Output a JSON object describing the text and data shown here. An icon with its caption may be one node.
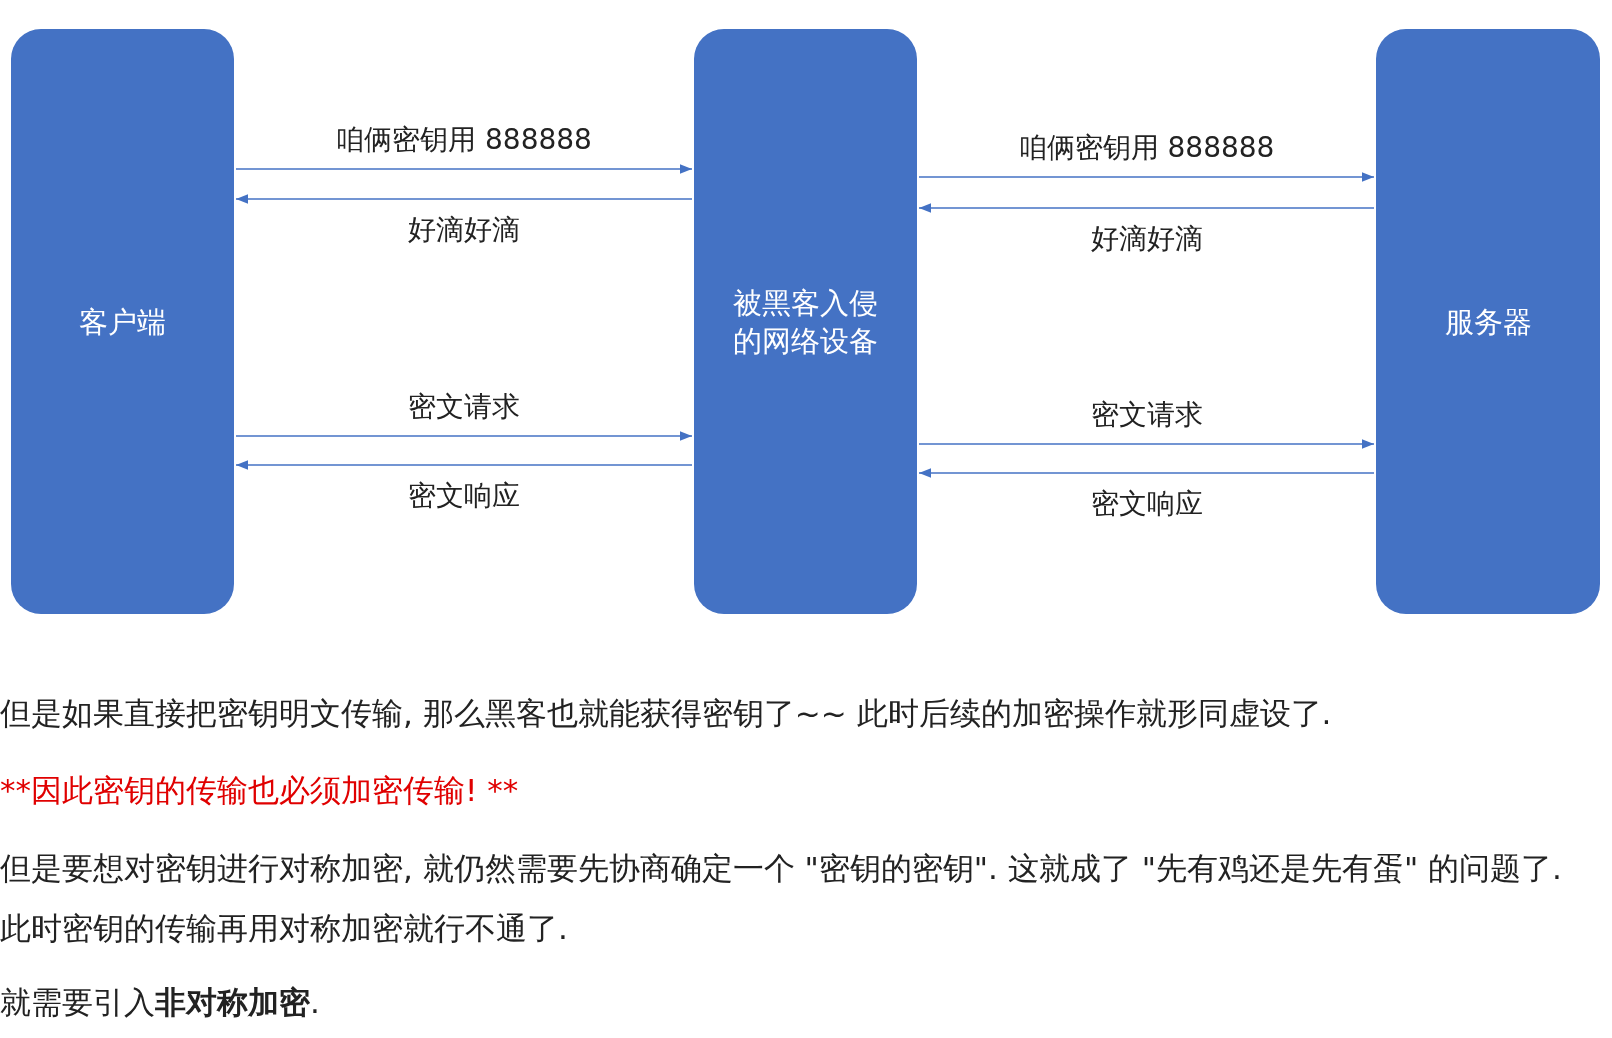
{
  "diagram": {
    "nodes": [
      {
        "text": [
          "客户端"
        ]
      },
      {
        "text": [
          "被黑客入侵的网络设备"
        ]
      },
      {
        "text": [
          "服务器"
        ]
      }
    ],
    "edges": [
      {
        "from": 0,
        "to": 1,
        "arrow": "to",
        "label": "咱俩密钥用 888888"
      },
      {
        "from": 1,
        "to": 0,
        "arrow": "to",
        "label": "好滴好滴"
      },
      {
        "from": 0,
        "to": 1,
        "arrow": "to",
        "label": "密文请求"
      },
      {
        "from": 1,
        "to": 0,
        "arrow": "to",
        "label": "密文响应"
      },
      {
        "from": 1,
        "to": 2,
        "arrow": "to",
        "label": "咱俩密钥用 888888"
      },
      {
        "from": 2,
        "to": 1,
        "arrow": "to",
        "label": "好滴好滴"
      },
      {
        "from": 1,
        "to": 2,
        "arrow": "to",
        "label": "密文请求"
      },
      {
        "from": 2,
        "to": 1,
        "arrow": "to",
        "label": "密文响应"
      }
    ],
    "labels": [
      "但是如果直接把密钥明文传输, 那么黑客也就能获得密钥了~~ 此时后续的加密操作就形同虚设了.",
      "**因此密钥的传输也必须加密传输! **",
      "但是要想对密钥进行对称加密, 就仍然需要先协商确定一个 \"密钥的密钥\". 这就成了 \"先有鸡还是先有蛋\" 的问题了. 此时密钥的传输再用对称加密就行不通了.",
      "就需要引入**非对称加密**."
    ]
  }
}
